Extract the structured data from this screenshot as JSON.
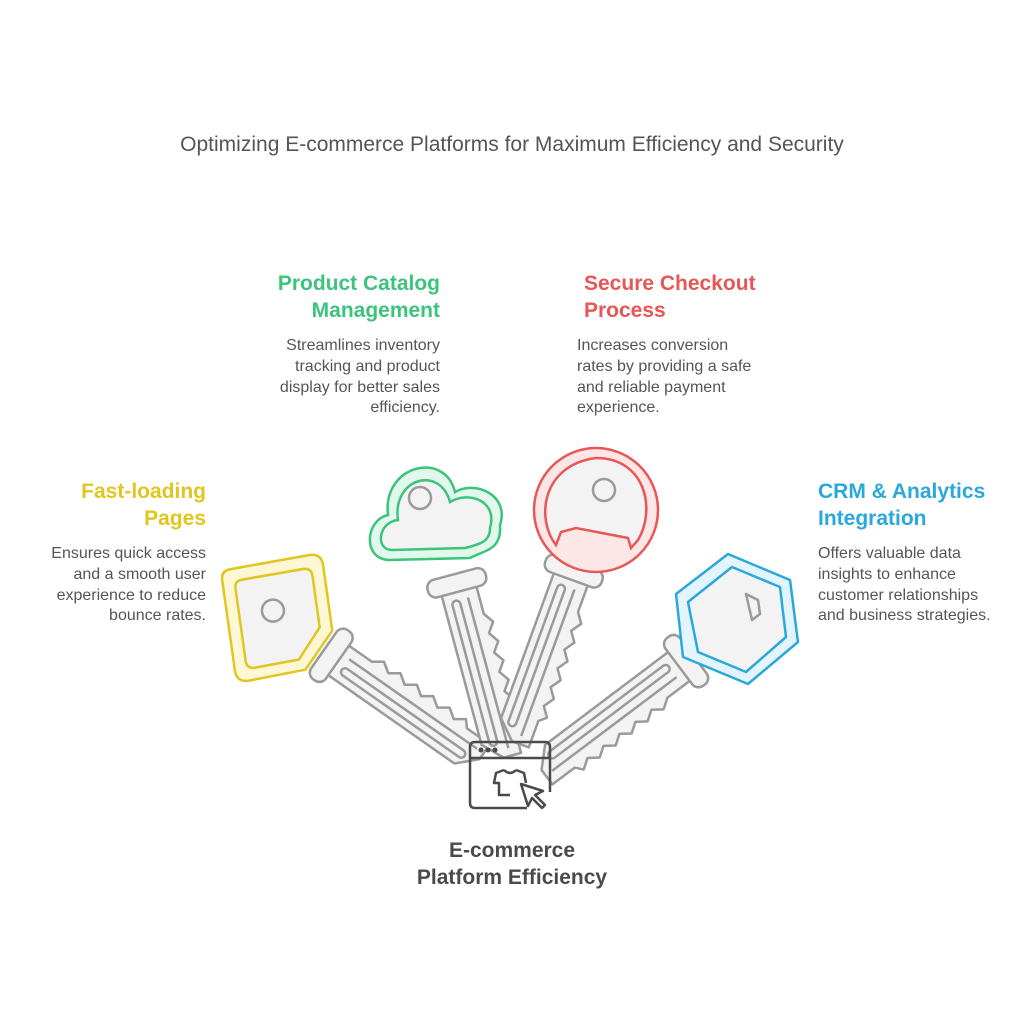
{
  "title": "Optimizing E-commerce Platforms for Maximum Efficiency and Security",
  "center": {
    "lines": [
      "E-commerce",
      "Platform Efficiency"
    ],
    "icon": "browser-shirt-cursor-icon"
  },
  "items": [
    {
      "heading": [
        "Fast-loading",
        "Pages"
      ],
      "body": [
        "Ensures quick access",
        "and a smooth user",
        "experience to reduce",
        "bounce rates."
      ],
      "color": "#e0c61e",
      "icon": "key-icon"
    },
    {
      "heading": [
        "Product Catalog",
        "Management"
      ],
      "body": [
        "Streamlines inventory",
        "tracking and product",
        "display for better sales",
        "efficiency."
      ],
      "color": "#3cc47c",
      "icon": "key-icon"
    },
    {
      "heading": [
        "Secure Checkout",
        "Process"
      ],
      "body": [
        "Increases conversion",
        "rates by providing a safe",
        "and reliable payment",
        "experience."
      ],
      "color": "#e85656",
      "icon": "key-icon"
    },
    {
      "heading": [
        "CRM & Analytics",
        "Integration"
      ],
      "body": [
        "Offers valuable data",
        "insights to enhance",
        "customer relationships",
        "and business strategies."
      ],
      "color": "#2aa8dc",
      "icon": "key-icon"
    }
  ]
}
